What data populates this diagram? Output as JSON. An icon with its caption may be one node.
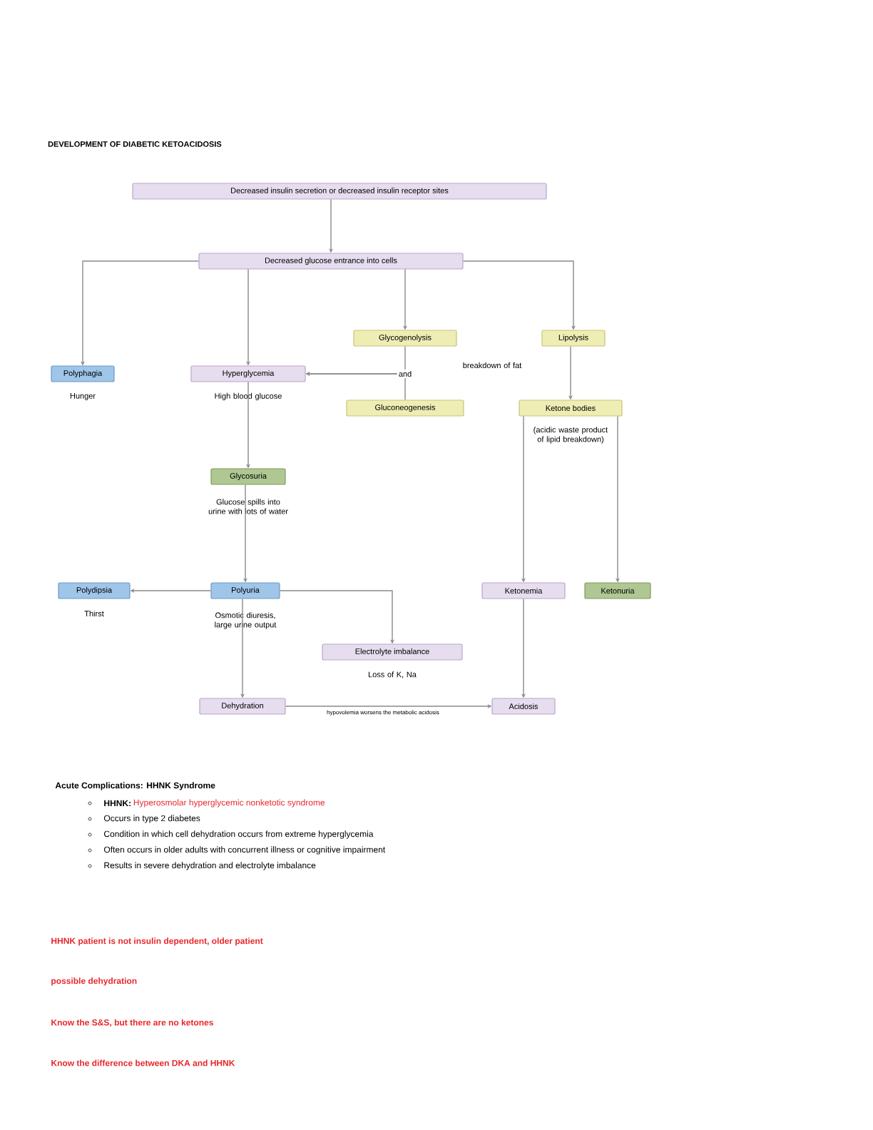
{
  "diagram": {
    "title": "DEVELOPMENT OF DIABETIC KETOACIDOSIS",
    "nodes": [
      {
        "text": [
          "Decreased insulin secretion or decreased insulin receptor sites"
        ]
      },
      {
        "text": [
          "Decreased glucose entrance into cells"
        ]
      },
      {
        "text": [
          "Polyphagia"
        ],
        "beside": [
          "Hunger"
        ]
      },
      {
        "text": [
          "Hyperglycemia"
        ],
        "beside": [
          "High blood glucose"
        ]
      },
      {
        "text": [
          "Glycogenolysis"
        ]
      },
      {
        "text": [
          "Gluconeogenesis"
        ]
      },
      {
        "text": [
          "Lipolysis"
        ],
        "beside": [
          "breakdown of fat"
        ]
      },
      {
        "text": [
          "Ketone bodies"
        ],
        "beside": [
          "(acidic waste product of lipid breakdown)"
        ]
      },
      {
        "text": [
          "Glycosuria"
        ],
        "beside": [
          "Glucose spills into urine with lots of water"
        ]
      },
      {
        "text": [
          "Polydipsia"
        ],
        "beside": [
          "Thirst"
        ]
      },
      {
        "text": [
          "Polyuria"
        ],
        "beside": [
          "Osmotic diuresis, large urine output"
        ]
      },
      {
        "text": [
          "Electrolyte imbalance"
        ],
        "beside": [
          "Loss of K, Na"
        ]
      },
      {
        "text": [
          "Ketonemia"
        ]
      },
      {
        "text": [
          "Ketonuria"
        ]
      },
      {
        "text": [
          "Dehydration"
        ]
      },
      {
        "text": [
          "Acidosis"
        ]
      }
    ],
    "edges": [
      {
        "from": 0,
        "to": 1,
        "arrow": "to"
      },
      {
        "from": 1,
        "to": 2,
        "arrow": "to"
      },
      {
        "from": 1,
        "to": 3,
        "arrow": "to"
      },
      {
        "from": 1,
        "to": 4,
        "arrow": "to"
      },
      {
        "from": 1,
        "to": 6,
        "arrow": "to"
      },
      {
        "from": 4,
        "to": 3,
        "arrow": "to",
        "label": "and"
      },
      {
        "from": 5,
        "to": 3,
        "arrow": "to"
      },
      {
        "from": 6,
        "to": 7,
        "arrow": "to"
      },
      {
        "from": 3,
        "to": 8,
        "arrow": "to"
      },
      {
        "from": 7,
        "to": 12,
        "arrow": "to"
      },
      {
        "from": 7,
        "to": 13,
        "arrow": "to"
      },
      {
        "from": 8,
        "to": 10,
        "arrow": "to"
      },
      {
        "from": 10,
        "to": 9,
        "arrow": "to"
      },
      {
        "from": 10,
        "to": 11,
        "arrow": "to"
      },
      {
        "from": 10,
        "to": 14,
        "arrow": "to"
      },
      {
        "from": 12,
        "to": 15,
        "arrow": "to"
      },
      {
        "from": 14,
        "to": 15,
        "arrow": "to",
        "label": "hypovolemia worsens the metabolic acidosis"
      }
    ],
    "labels": [
      "Acute Complications: HHNK Syndrome",
      "HHNK:",
      "Hyperosmolar hyperglycemic nonketotic syndrome",
      "Occurs in type 2 diabetes",
      "Condition in which cell dehydration occurs from extreme hyperglycemia",
      "Often occurs in older adults with concurrent illness or cognitive impairment",
      "Results in severe dehydration and electrolyte imbalance",
      "HHNK patient is not insulin dependent, older patient",
      "possible dehydration",
      "Know the S&S, but there are no ketones",
      "Know the difference between DKA and HHNK"
    ]
  }
}
